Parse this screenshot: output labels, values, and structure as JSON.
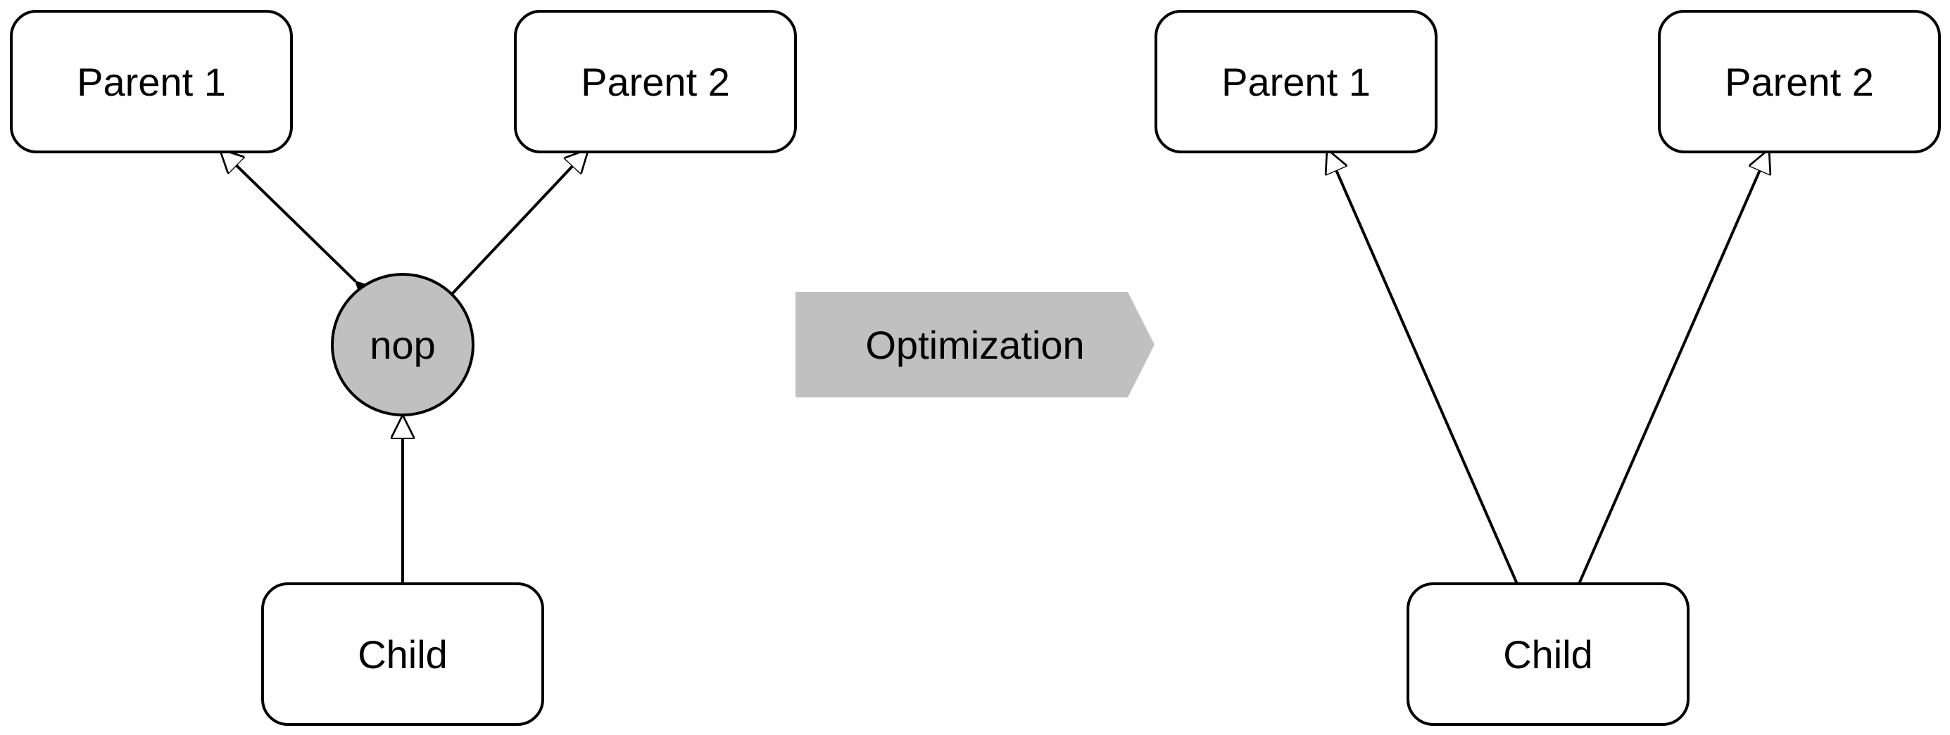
{
  "before": {
    "nodes": {
      "parent1": "Parent 1",
      "parent2": "Parent 2",
      "nop": "nop",
      "child": "Child"
    }
  },
  "transform": {
    "label": "Optimization",
    "color": "#c0c0c0"
  },
  "after": {
    "nodes": {
      "parent1": "Parent 1",
      "parent2": "Parent 2",
      "child": "Child"
    }
  },
  "style": {
    "nop_fill": "#c0c0c0",
    "stroke": "#000000",
    "node_fill": "#ffffff"
  }
}
